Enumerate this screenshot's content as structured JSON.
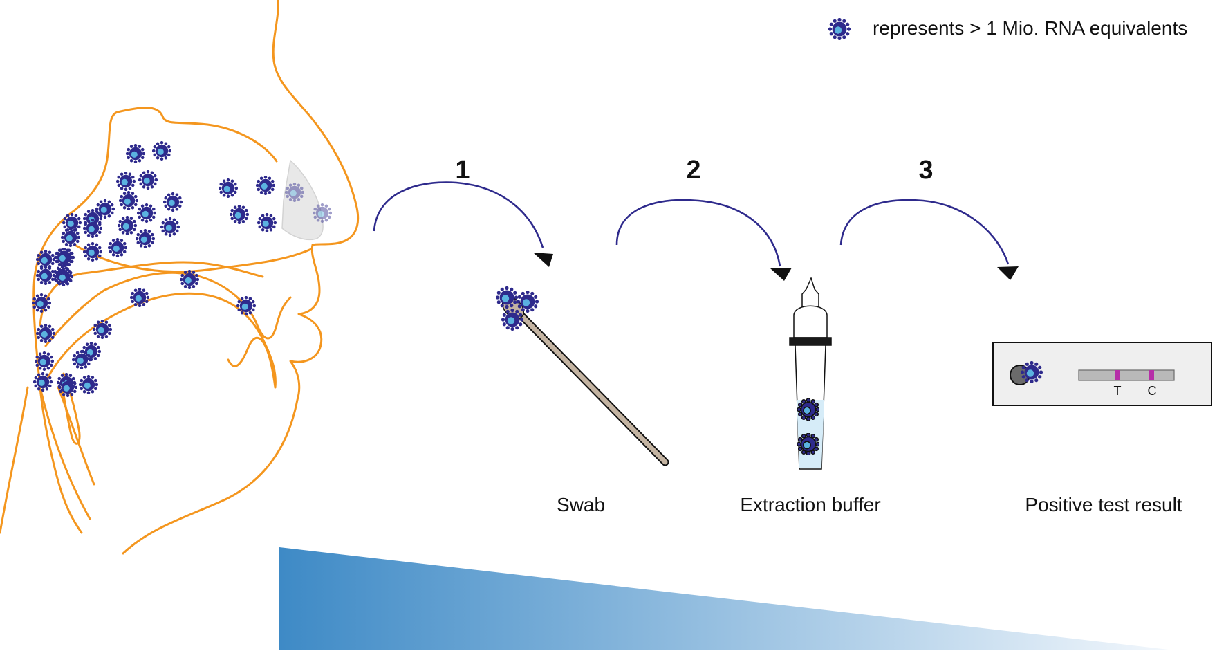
{
  "legend": {
    "text": "represents > 1 Mio. RNA equivalents",
    "icon": "virus-icon"
  },
  "steps": [
    {
      "number": "1",
      "label": "Swab"
    },
    {
      "number": "2",
      "label": "Extraction buffer"
    },
    {
      "number": "3",
      "label": "Positive test result"
    }
  ],
  "test_strip": {
    "test_line": "T",
    "control_line": "C"
  },
  "colors": {
    "anatomy_outline": "#f4961e",
    "virus_body": "#2e2a8c",
    "virus_core": "#5bb2e0",
    "arrow": "#2e2a8c",
    "gradient_start": "#3e8ac6",
    "gradient_end": "#f2f7fc",
    "buffer_liquid": "#d6ecf8",
    "strip_line": "#b62fa8"
  }
}
